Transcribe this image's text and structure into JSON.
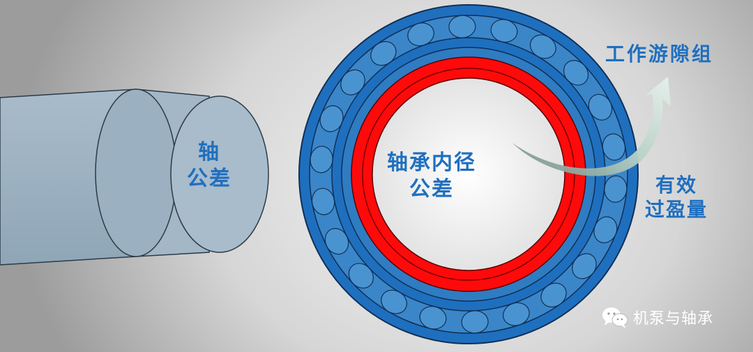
{
  "labels": {
    "shaft_tolerance": [
      "轴",
      "公差"
    ],
    "bore_tolerance": [
      "轴承内径",
      "公差"
    ],
    "working_clearance_group": "工作游隙组",
    "effective_interference": [
      "有效",
      "过盈量"
    ]
  },
  "watermark": {
    "icon": "wechat-icon",
    "text": "机泵与轴承"
  },
  "colors": {
    "bearing_blue": "#1f6fbf",
    "inner_ring_red": "#ff0a0a",
    "shaft_gray": "#9fb4c4",
    "label_blue": "#1f6fbf",
    "arrow": "#c8ddd6"
  }
}
